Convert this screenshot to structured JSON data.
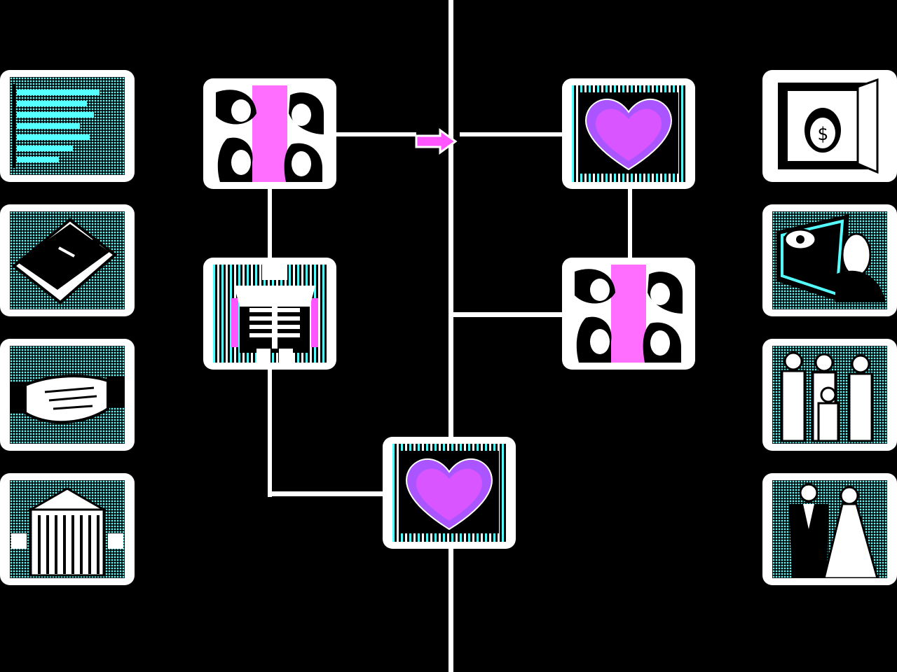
{
  "screen": "family-tree-board",
  "colors": {
    "background": "#000000",
    "frame": "#ffffff",
    "cyan": "#55ffff",
    "magenta": "#ff55ff"
  },
  "left_column": [
    {
      "icon": "ledger-icon",
      "meaning": "records"
    },
    {
      "icon": "graduation-cap-icon",
      "meaning": "education"
    },
    {
      "icon": "handshake-icon",
      "meaning": "agreement"
    },
    {
      "icon": "bank-building-icon",
      "meaning": "bank"
    }
  ],
  "right_column": [
    {
      "icon": "money-safe-icon",
      "meaning": "wealth"
    },
    {
      "icon": "eye-spy-icon",
      "meaning": "detective"
    },
    {
      "icon": "family-portrait-icon",
      "meaning": "family"
    },
    {
      "icon": "wedding-couple-icon",
      "meaning": "marriage"
    }
  ],
  "tree_nodes": [
    {
      "id": "couple-left",
      "icon": "kissing-couple-icon"
    },
    {
      "id": "skeleton",
      "icon": "skeleton-icon"
    },
    {
      "id": "heart-bottom",
      "icon": "heart-icon"
    },
    {
      "id": "heart-right",
      "icon": "heart-icon"
    },
    {
      "id": "couple-right",
      "icon": "kissing-couple-icon"
    }
  ],
  "pointer": {
    "icon": "magenta-arrow-icon",
    "direction": "right"
  }
}
